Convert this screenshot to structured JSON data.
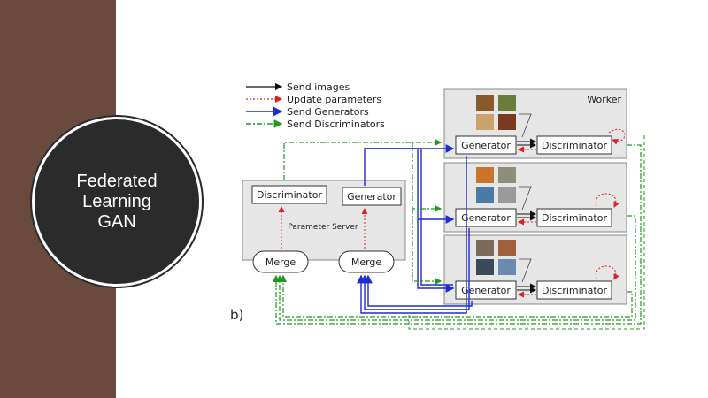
{
  "slide": {
    "title_lines": [
      "Federated",
      "Learning",
      "GAN"
    ],
    "colors": {
      "sidebar": "#6b4a3e",
      "circle": "#2b2b2b",
      "send_images": "#111111",
      "update_parameters": "#e0201c",
      "send_generators": "#1f2bd4",
      "send_discriminators": "#1f9a1f",
      "box_fill": "#e6e6e6"
    }
  },
  "diagram": {
    "legend": [
      {
        "label": "Send images",
        "style": "send_images"
      },
      {
        "label": "Update parameters",
        "style": "update_parameters"
      },
      {
        "label": "Send Generators",
        "style": "send_generators"
      },
      {
        "label": "Send Discriminators",
        "style": "send_discriminators"
      }
    ],
    "server": {
      "label": "Parameter Server",
      "discriminator": "Discriminator",
      "generator": "Generator",
      "merge_left": "Merge",
      "merge_right": "Merge"
    },
    "worker_label": "Worker",
    "workers": [
      {
        "generator": "Generator",
        "discriminator": "Discriminator"
      },
      {
        "generator": "Generator",
        "discriminator": "Discriminator"
      },
      {
        "generator": "Generator",
        "discriminator": "Discriminator"
      }
    ],
    "panel_label": "b)"
  }
}
